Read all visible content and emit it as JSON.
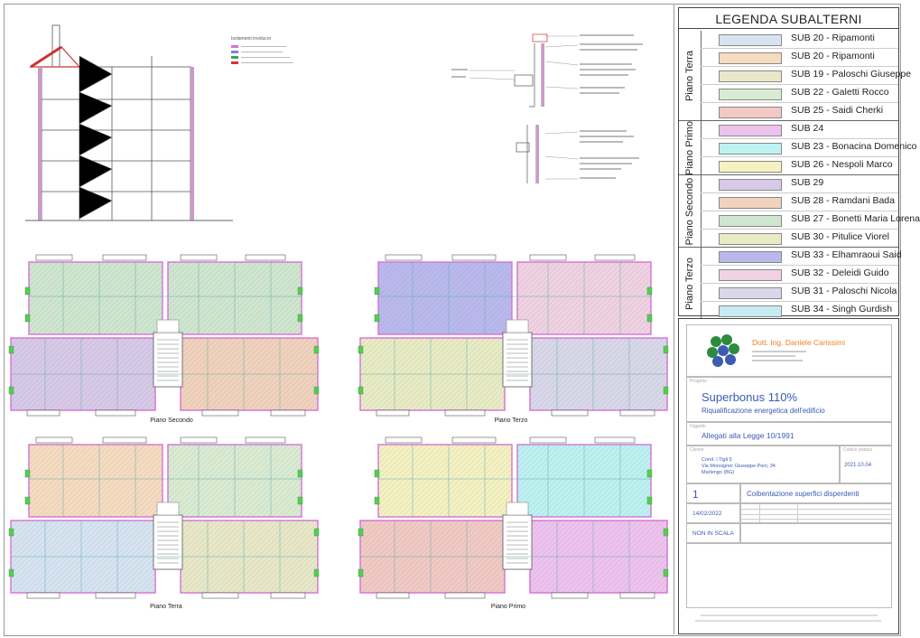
{
  "legend": {
    "title": "LEGENDA SUBALTERNI",
    "groups": [
      {
        "label": "Piano Terra",
        "rows": [
          {
            "text": "SUB 20 - Ripamonti",
            "color": "#d6e4f2"
          },
          {
            "text": "SUB 20 - Ripamonti",
            "color": "#f5dcc0"
          },
          {
            "text": "SUB 19 - Paloschi Giuseppe",
            "color": "#e8e8c8"
          },
          {
            "text": "SUB 22 - Galetti Rocco",
            "color": "#d9ecd2"
          },
          {
            "text": "SUB 25 - Saidi Cherki",
            "color": "#f2c9c4"
          }
        ]
      },
      {
        "label": "Piano Primo",
        "rows": [
          {
            "text": "SUB 24",
            "color": "#eec2ee"
          },
          {
            "text": "SUB 23 - Bonacina Domenico",
            "color": "#bdf2f2"
          },
          {
            "text": "SUB 26 - Nespoli Marco",
            "color": "#f5f2c2"
          }
        ]
      },
      {
        "label": "Piano Secondo",
        "rows": [
          {
            "text": "SUB 29",
            "color": "#d7c9e8"
          },
          {
            "text": "SUB 28 - Ramdani Bada",
            "color": "#f1d2bd"
          },
          {
            "text": "SUB 27 - Bonetti Maria Lorena",
            "color": "#cfe6cf"
          },
          {
            "text": "SUB 30 - Pitulice Viorel",
            "color": "#e8ecc4"
          }
        ]
      },
      {
        "label": "Piano Terzo",
        "rows": [
          {
            "text": "SUB 33 - Elhamraoui Said",
            "color": "#b9b9ee"
          },
          {
            "text": "SUB 32 - Deleidi Guido",
            "color": "#f0d2e2"
          },
          {
            "text": "SUB 31 - Paloschi Nicola",
            "color": "#d8d8ea"
          },
          {
            "text": "SUB 34 - Singh Gurdish",
            "color": "#c6ecf2"
          }
        ]
      }
    ]
  },
  "titleblock": {
    "company": "Dott. Ing. Daniele Carissimi",
    "project_caption": "Progetto",
    "project_title": "Superbonus 110%",
    "project_subtitle": "Riqualificazione energetica dell'edificio",
    "object_caption": "Oggetto",
    "object_value": "Allegati alla Legge 10/1991",
    "client_caption": "Cliente",
    "client_lines": [
      "Cond. I Tigli 5",
      "Via Monsignor Giuseppe Pieri, 34",
      "Marlengo (BG)"
    ],
    "code_caption": "Codice pratica",
    "code_value": "2021.10.04",
    "table_number": "1",
    "table_title": "Coibentazione superfici disperdenti",
    "date_value": "14/02/2022",
    "scale_value": "NON IN SCALA",
    "logo_colors": [
      "#2d8a3e",
      "#3b5bb5"
    ]
  },
  "plans": [
    {
      "label": "Piano Secondo"
    },
    {
      "label": "Piano Terzo"
    },
    {
      "label": "Piano Terra"
    },
    {
      "label": "Piano Primo"
    }
  ],
  "section": {
    "legend_title": "Isolamenti involucro"
  }
}
